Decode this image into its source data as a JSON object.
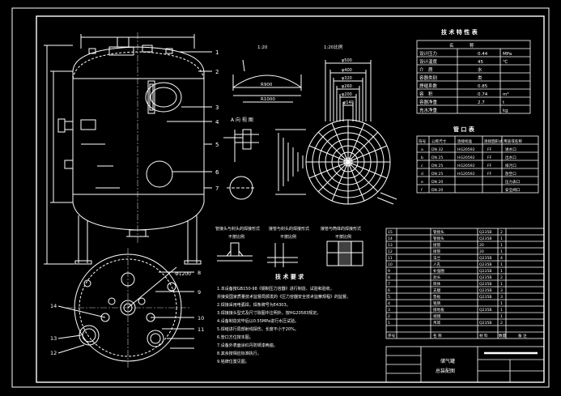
{
  "drawing": {
    "spec_table": {
      "title": "技 术 特 性 表",
      "header": [
        "名",
        "称"
      ],
      "rows": [
        {
          "name": "设计压力",
          "value": "0.44",
          "unit": "MPa"
        },
        {
          "name": "设计温度",
          "value": "45",
          "unit": "℃"
        },
        {
          "name": "介　质",
          "value": "水",
          "unit": ""
        },
        {
          "name": "容器类别",
          "value": "类",
          "unit": ""
        },
        {
          "name": "焊缝系数",
          "value": "0.85",
          "unit": ""
        },
        {
          "name": "容　积",
          "value": "0.74",
          "unit": "m³"
        },
        {
          "name": "容器净重",
          "value": "2.7",
          "unit": "t"
        },
        {
          "name": "充水净重",
          "value": "",
          "unit": "kg"
        }
      ]
    },
    "nozzle_table": {
      "title": "管 口 表",
      "header": [
        "符号",
        "公称尺寸",
        "连接标准",
        "连接面形式",
        "用途或名称"
      ],
      "rows": [
        {
          "mark": "a",
          "size": "DN 32",
          "std": "HG20592",
          "face": "FF",
          "use": "进水口"
        },
        {
          "mark": "b",
          "size": "DN 25",
          "std": "HG20592",
          "face": "FF",
          "use": "出水口"
        },
        {
          "mark": "c",
          "size": "DN 25",
          "std": "HG20592",
          "face": "FF",
          "use": "排污口"
        },
        {
          "mark": "d",
          "size": "DN 25",
          "std": "HG20592",
          "face": "FF",
          "use": "放空口"
        },
        {
          "mark": "e",
          "size": "DN 20",
          "std": "",
          "face": "",
          "use": "压力表口"
        },
        {
          "mark": "f",
          "size": "DN 20",
          "std": "",
          "face": "",
          "use": "安全阀口"
        }
      ]
    },
    "bom_rows": [
      {
        "no": "15",
        "name": "管接头",
        "mat": "Q235B",
        "qty": "2"
      },
      {
        "no": "14",
        "name": "管接头",
        "mat": "Q235B",
        "qty": "1"
      },
      {
        "no": "13",
        "name": "接管",
        "mat": "20",
        "qty": "1"
      },
      {
        "no": "12",
        "name": "接管",
        "mat": "20",
        "qty": "1"
      },
      {
        "no": "11",
        "name": "法兰",
        "mat": "Q235B",
        "qty": "4"
      },
      {
        "no": "10",
        "name": "人孔",
        "mat": "Q235B",
        "qty": "1"
      },
      {
        "no": "9",
        "name": "补强圈",
        "mat": "Q235B",
        "qty": "1"
      },
      {
        "no": "8",
        "name": "封头",
        "mat": "Q235B",
        "qty": "2"
      },
      {
        "no": "7",
        "name": "筒体",
        "mat": "Q235B",
        "qty": "1"
      },
      {
        "no": "6",
        "name": "支腿",
        "mat": "Q235B",
        "qty": "3"
      },
      {
        "no": "5",
        "name": "垫板",
        "mat": "Q235B",
        "qty": "3"
      },
      {
        "no": "4",
        "name": "铭牌",
        "mat": "",
        "qty": "1"
      },
      {
        "no": "3",
        "name": "接地板",
        "mat": "Q235B",
        "qty": "1"
      },
      {
        "no": "2",
        "name": "视镜",
        "mat": "",
        "qty": "1"
      },
      {
        "no": "1",
        "name": "吊耳",
        "mat": "Q235B",
        "qty": "2"
      }
    ],
    "bom_header": [
      "序号",
      "名 称",
      "材 料",
      "数量",
      "备 注"
    ],
    "title_block": {
      "line1": "储气罐",
      "line2": "总装配图"
    },
    "notes": {
      "title": "技 术 要 求",
      "lines": [
        "1.本设备按GB150-98《钢制压力容器》进行制造、试验和验收，",
        "  并接受国家质量技术监督局颁发的《压力容器安全技术监察规程》的监督。",
        "2.焊接采用电弧焊，焊条牌号为E4303。",
        "3.焊接接头型式及尺寸除图中注明外，按HG20583规定。",
        "4.设备制造完毕后以0.55MPa进行水压试验。",
        "5.焊缝进行局部射线探伤，长度不小于20%。",
        "6.管口方位按本图。",
        "7.设备外表面涂红丹防锈漆两遍。",
        "8.其余按相应标准执行。",
        "9.铭牌位置见图。"
      ]
    },
    "view_labels": {
      "top_a": "1:20",
      "top_b": "1:20比例",
      "view_a": "A 向 视 图",
      "detail_1": "管接头与封头的焊接形式",
      "detail_2": "接管与封头的焊接形式",
      "detail_3": "接管与筒体的焊接形式",
      "detail_sub_1": "不按比例",
      "detail_sub_2": "不按比例",
      "detail_sub_3": "不按比例"
    },
    "dims": {
      "d1": "R900",
      "d2": "R1000",
      "d3": "φ500",
      "d4": "φ400",
      "d5": "φ320",
      "d6": "φ260",
      "d7": "φ200",
      "d8": "φ140",
      "d9": "Φ1200"
    },
    "callouts": [
      "1",
      "2",
      "3",
      "4",
      "5",
      "6",
      "7",
      "8",
      "9",
      "10",
      "11",
      "12",
      "13",
      "14"
    ]
  }
}
